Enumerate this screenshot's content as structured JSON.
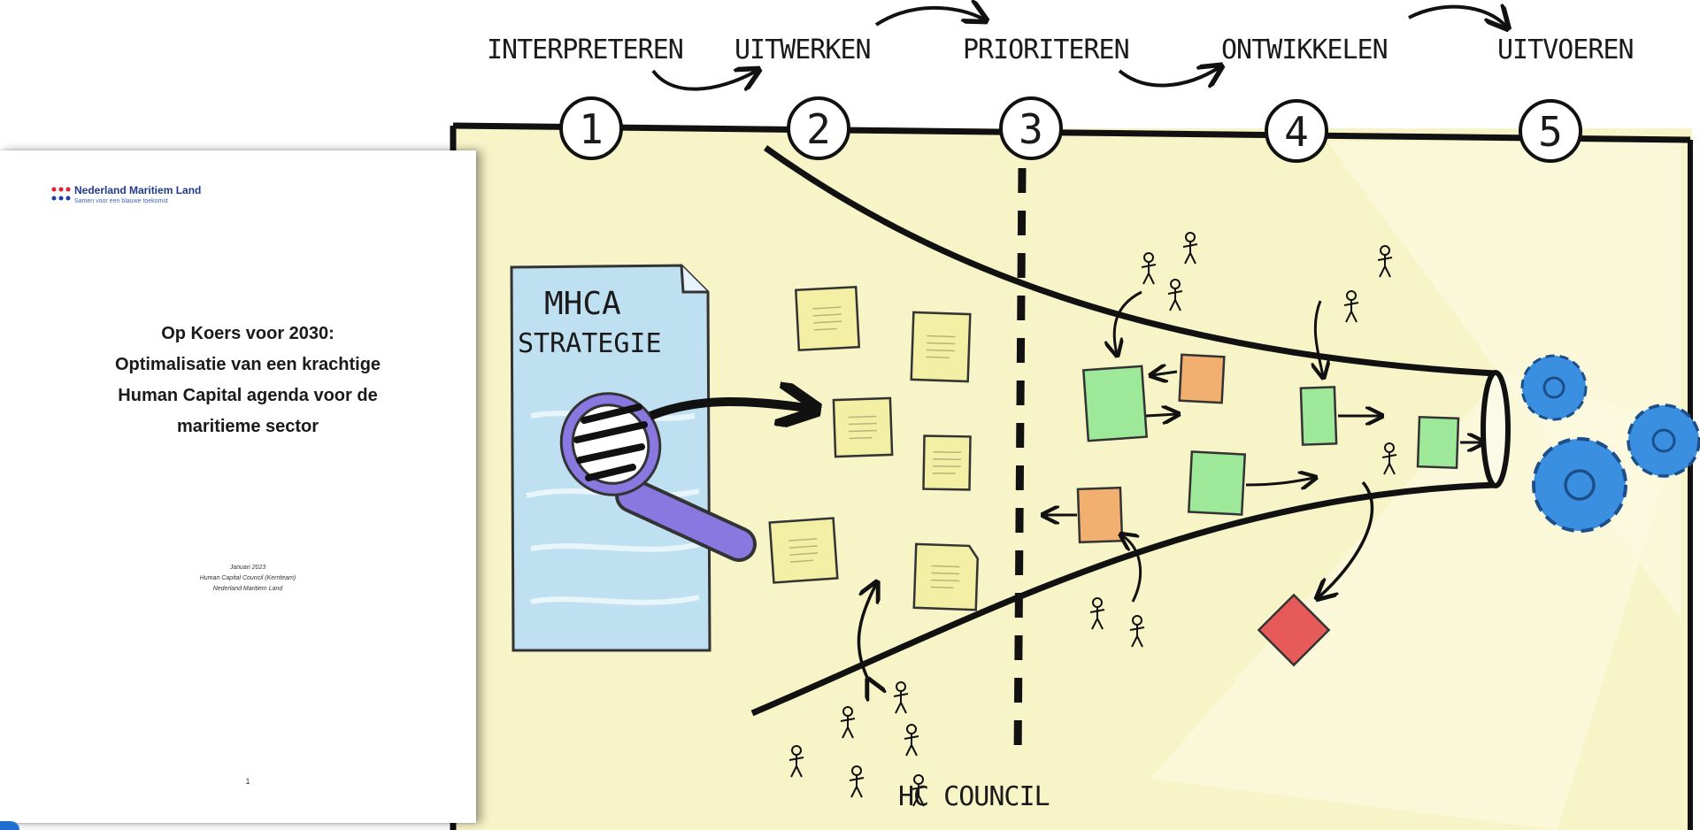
{
  "diagram": {
    "steps": [
      {
        "number": "1",
        "label": "INTERPRETEREN"
      },
      {
        "number": "2",
        "label": "UITWERKEN"
      },
      {
        "number": "3",
        "label": "PRIORITEREN"
      },
      {
        "number": "4",
        "label": "ONTWIKKELEN"
      },
      {
        "number": "5",
        "label": "UITVOEREN"
      }
    ],
    "strategy_doc_line1": "MHCA",
    "strategy_doc_line2": "STRATEGIE",
    "council_label": "HC COUNCIL",
    "colors": {
      "background": "#f7f4c8",
      "note_yellow": "#f3f0a6",
      "note_green": "#9ee89a",
      "note_orange": "#f2b070",
      "note_red": "#e65a5a",
      "gear_blue": "#3a8fe0",
      "strategy_blue": "#bfe0f0",
      "magnifier_purple": "#8878e0"
    }
  },
  "document": {
    "logo_title": "Nederland Maritiem Land",
    "logo_subtitle": "Samen voor een blauwe toekomst",
    "title_lines": [
      "Op Koers voor 2030:",
      "Optimalisatie van een krachtige",
      "Human Capital agenda voor de",
      "maritieme sector"
    ],
    "meta_lines": [
      "Januari 2023",
      "Human Capital Council (Kernteam)",
      "Nederland Maritiem Land"
    ],
    "page_number": "1"
  }
}
